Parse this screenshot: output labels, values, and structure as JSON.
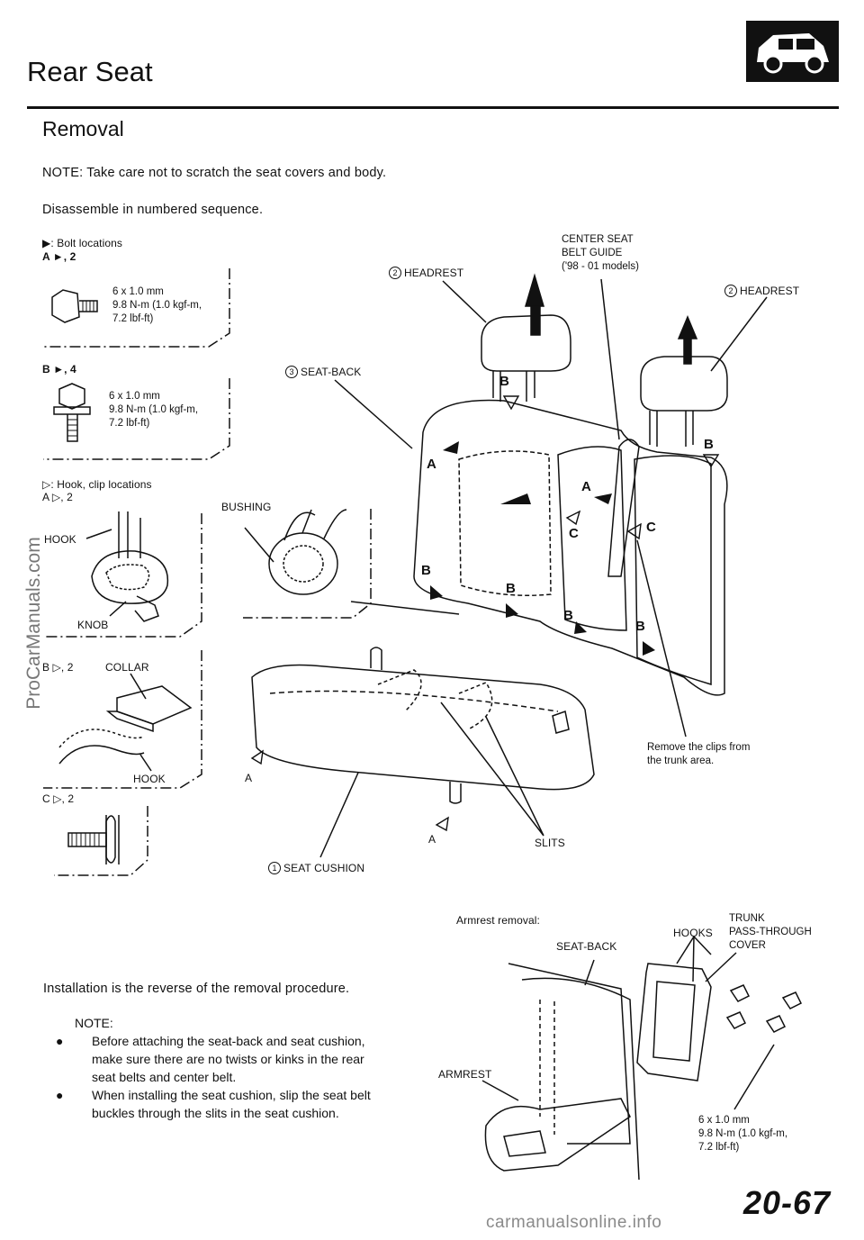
{
  "header": {
    "title": "Rear Seat",
    "section": "Removal",
    "icon": "car-icon"
  },
  "intro": {
    "note": "NOTE:  Take care not to scratch the seat covers and body.",
    "sequence": "Disassemble in numbered sequence."
  },
  "bolt_panel": {
    "legend": ": Bolt locations",
    "a_ref": "A ►, 2",
    "a_spec": [
      "6 x 1.0 mm",
      "9.8 N-m (1.0 kgf-m,",
      "7.2 lbf-ft)"
    ],
    "b_ref": "B ►, 4",
    "b_spec": [
      "6 x 1.0 mm",
      "9.8 N-m (1.0 kgf-m,",
      "7.2 lbf-ft)"
    ]
  },
  "clip_panel": {
    "legend": ": Hook, clip locations",
    "a_ref": "A ▷, 2",
    "hook": "HOOK",
    "knob": "KNOB",
    "b_ref": "B ▷, 2",
    "collar": "COLLAR",
    "hook2": "HOOK",
    "c_ref": "C ▷, 2"
  },
  "callouts": {
    "headrest_left": "HEADREST",
    "headrest_right": "HEADREST",
    "seat_back": "SEAT-BACK",
    "center_guide": [
      "CENTER SEAT",
      "BELT GUIDE",
      "('98 - 01 models)"
    ],
    "bushing": "BUSHING",
    "clips_note": [
      "Remove the clips from",
      "the trunk area."
    ],
    "seat_cushion": "SEAT CUSHION",
    "slits": "SLITS",
    "a1": "A",
    "a2": "A",
    "n1": "1",
    "n2": "2",
    "n3": "3"
  },
  "armrest": {
    "heading": "Armrest removal:",
    "seat_back": "SEAT-BACK",
    "hooks": "HOOKS",
    "trunk": [
      "TRUNK",
      "PASS-THROUGH",
      "COVER"
    ],
    "armrest": "ARMREST",
    "spec": [
      "6 x 1.0 mm",
      "9.8 N-m (1.0 kgf-m,",
      "7.2 lbf-ft)"
    ]
  },
  "installation": {
    "text": "Installation is the reverse of the removal procedure.",
    "note": "NOTE:",
    "bullets": [
      [
        "Before attaching the seat-back and seat cushion,",
        "make sure there are no twists or kinks in the rear",
        "seat belts and center belt."
      ],
      [
        "When installing the seat cushion, slip the seat belt",
        "buckles through the slits in the seat cushion."
      ]
    ]
  },
  "page_number": "20-67",
  "watermark": "ProCarManuals.com",
  "footer": "carmanualsonline.info"
}
